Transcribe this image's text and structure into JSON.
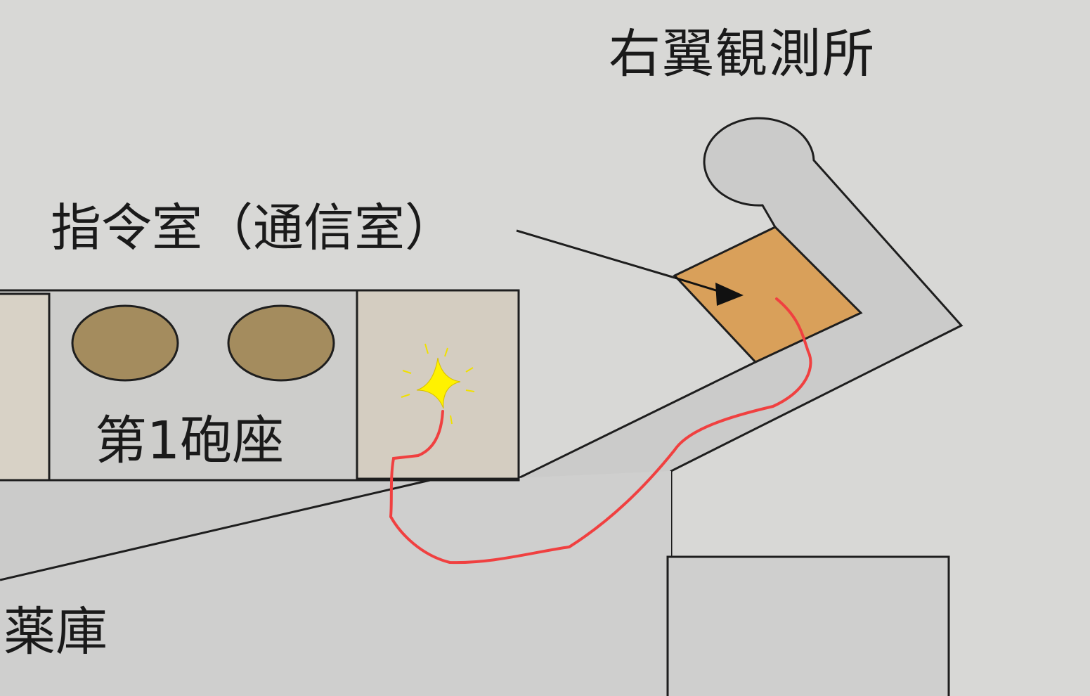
{
  "labels": {
    "right_wing_observatory": "右翼観測所",
    "command_room": "指令室（通信室）",
    "gun_emplacement_1": "第1砲座",
    "magazine": "薬庫"
  },
  "colors": {
    "background": "#d8d8d6",
    "corridor": "#c9c9c8",
    "command_room": "#d9a05a",
    "gun_pit": "#a48c5e",
    "room": "#d6cfc3",
    "route": "#f04040",
    "sparkle": "#fff200"
  }
}
